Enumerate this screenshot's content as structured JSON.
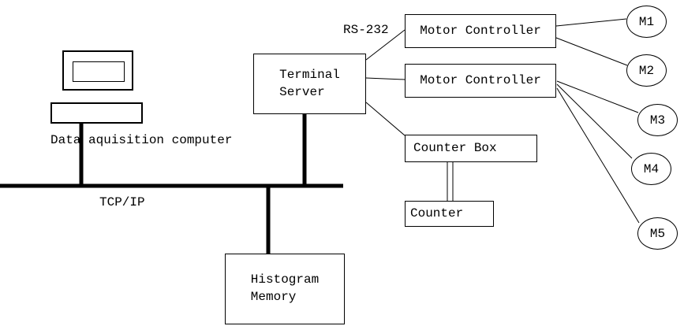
{
  "diagram": {
    "computer_label": "Data aquisition computer",
    "bus_label": "TCP/IP",
    "serial_label": "RS-232",
    "nodes": {
      "terminal_server": "Terminal\nServer",
      "motor_controller_1": "Motor Controller",
      "motor_controller_2": "Motor Controller",
      "counter_box": "Counter Box",
      "counter": "Counter",
      "histogram_memory": "Histogram\nMemory"
    },
    "motors": [
      "M1",
      "M2",
      "M3",
      "M4",
      "M5"
    ],
    "colors": {
      "line": "#000000",
      "background": "#ffffff"
    }
  }
}
